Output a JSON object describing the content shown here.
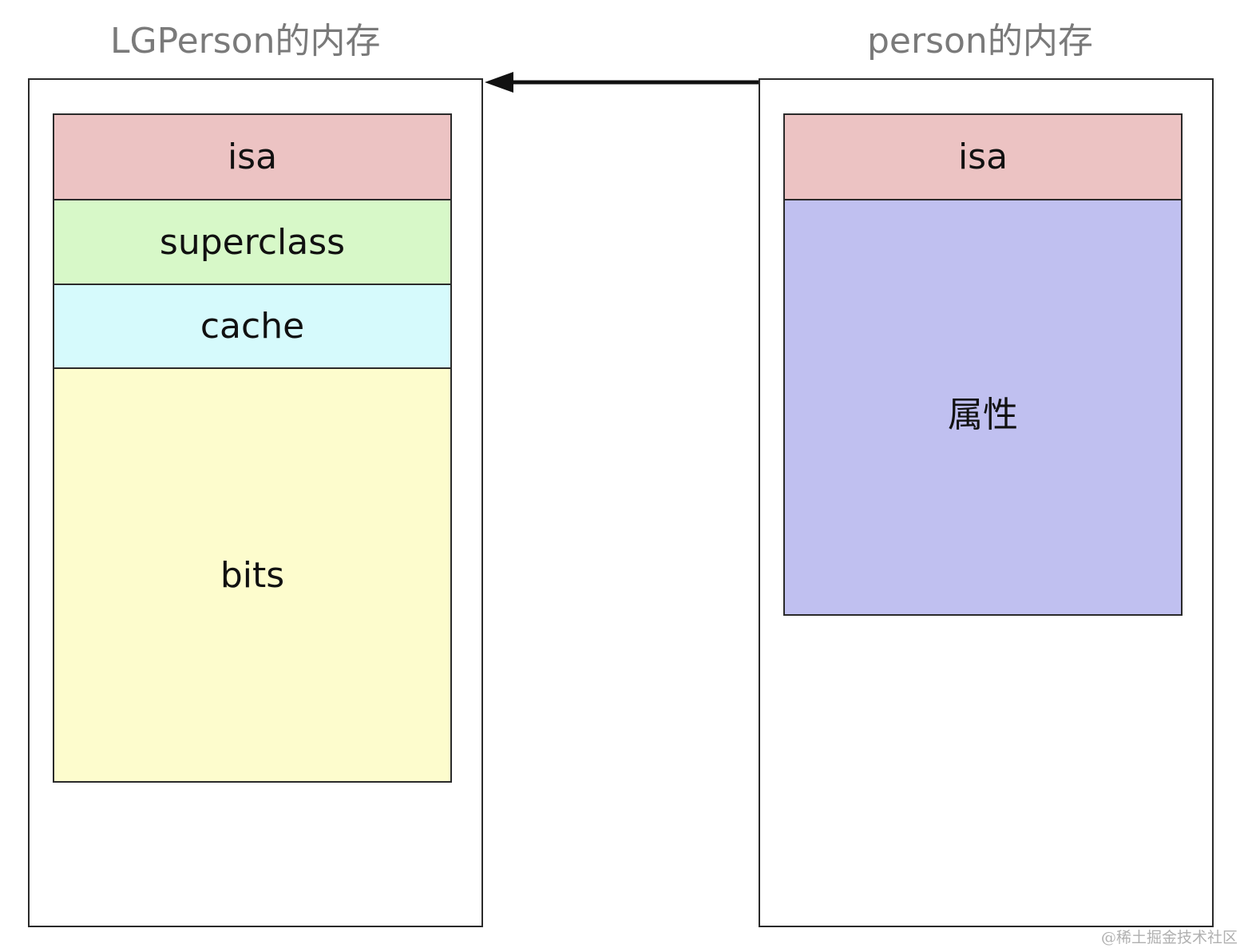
{
  "titles": {
    "left": "LGPerson的内存",
    "right": "person的内存"
  },
  "left_memory": {
    "cells": [
      {
        "label": "isa",
        "color": "#ecc3c3"
      },
      {
        "label": "superclass",
        "color": "#d7f8c8"
      },
      {
        "label": "cache",
        "color": "#d6fafc"
      },
      {
        "label": "bits",
        "color": "#fdfccd"
      }
    ]
  },
  "right_memory": {
    "cells": [
      {
        "label": "isa",
        "color": "#ecc3c3"
      },
      {
        "label": "属性",
        "color": "#c0c0f0"
      }
    ]
  },
  "arrow": {
    "from": "person的内存",
    "to": "LGPerson的内存"
  },
  "watermark": "@稀土掘金技术社区"
}
